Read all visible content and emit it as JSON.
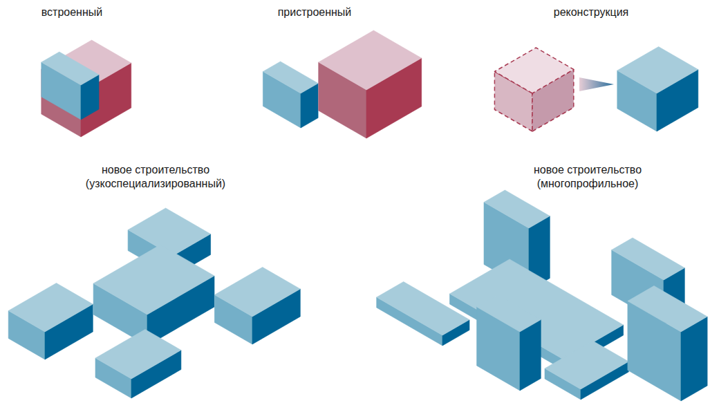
{
  "diagram": {
    "labels": [
      "встроенный",
      "пристроенный",
      "реконструкция",
      "новое строительство (узкоспециализированный)",
      "новое строительство (многопрофильное)"
    ]
  }
}
